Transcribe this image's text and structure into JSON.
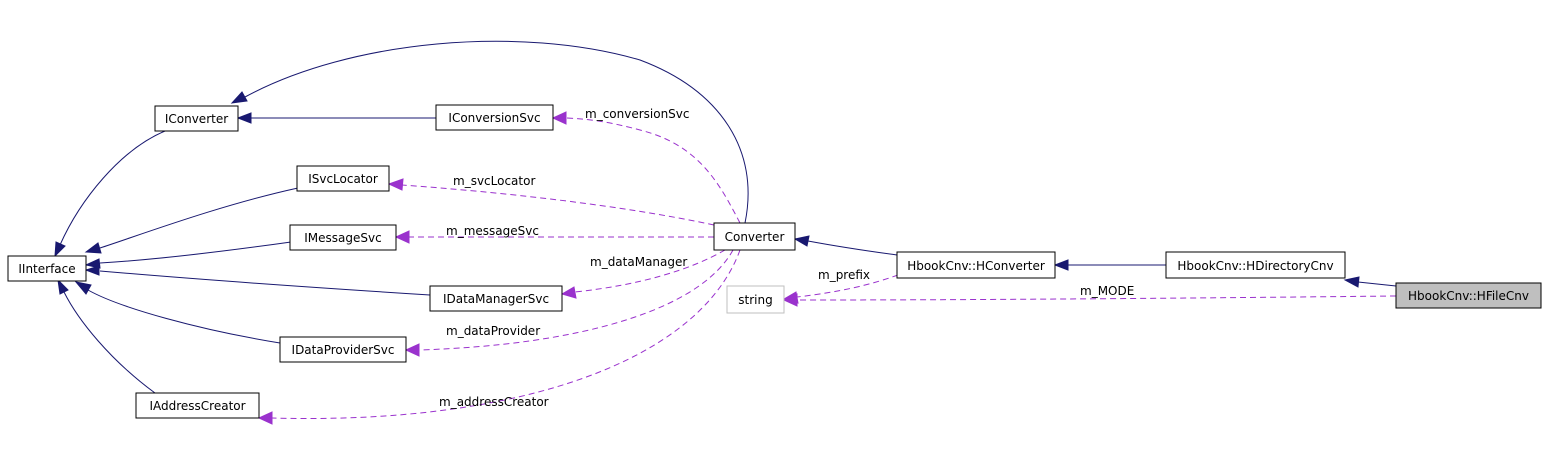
{
  "nodes": {
    "iinterface": "IInterface",
    "iconverter": "IConverter",
    "isvclocator": "ISvcLocator",
    "imessagesvc": "IMessageSvc",
    "idatamanagersvc": "IDataManagerSvc",
    "idataprovidersvc": "IDataProviderSvc",
    "iaddresscreator": "IAddressCreator",
    "iconversionsvc": "IConversionSvc",
    "converter": "Converter",
    "string": "string",
    "hconverter": "HbookCnv::HConverter",
    "hdirectorycnv": "HbookCnv::HDirectoryCnv",
    "hfilecnv": "HbookCnv::HFileCnv"
  },
  "edge_labels": {
    "conversion_svc": "m_conversionSvc",
    "svc_locator": "m_svcLocator",
    "message_svc": "m_messageSvc",
    "data_manager": "m_dataManager",
    "data_provider": "m_dataProvider",
    "address_creator": "m_addressCreator",
    "prefix": "m_prefix",
    "mode": "m_MODE"
  },
  "colors": {
    "inheritance_edge": "#191970",
    "usage_edge": "#9a32cd",
    "focus_fill": "#bfbfbf",
    "external_border": "#bfbfbf"
  }
}
